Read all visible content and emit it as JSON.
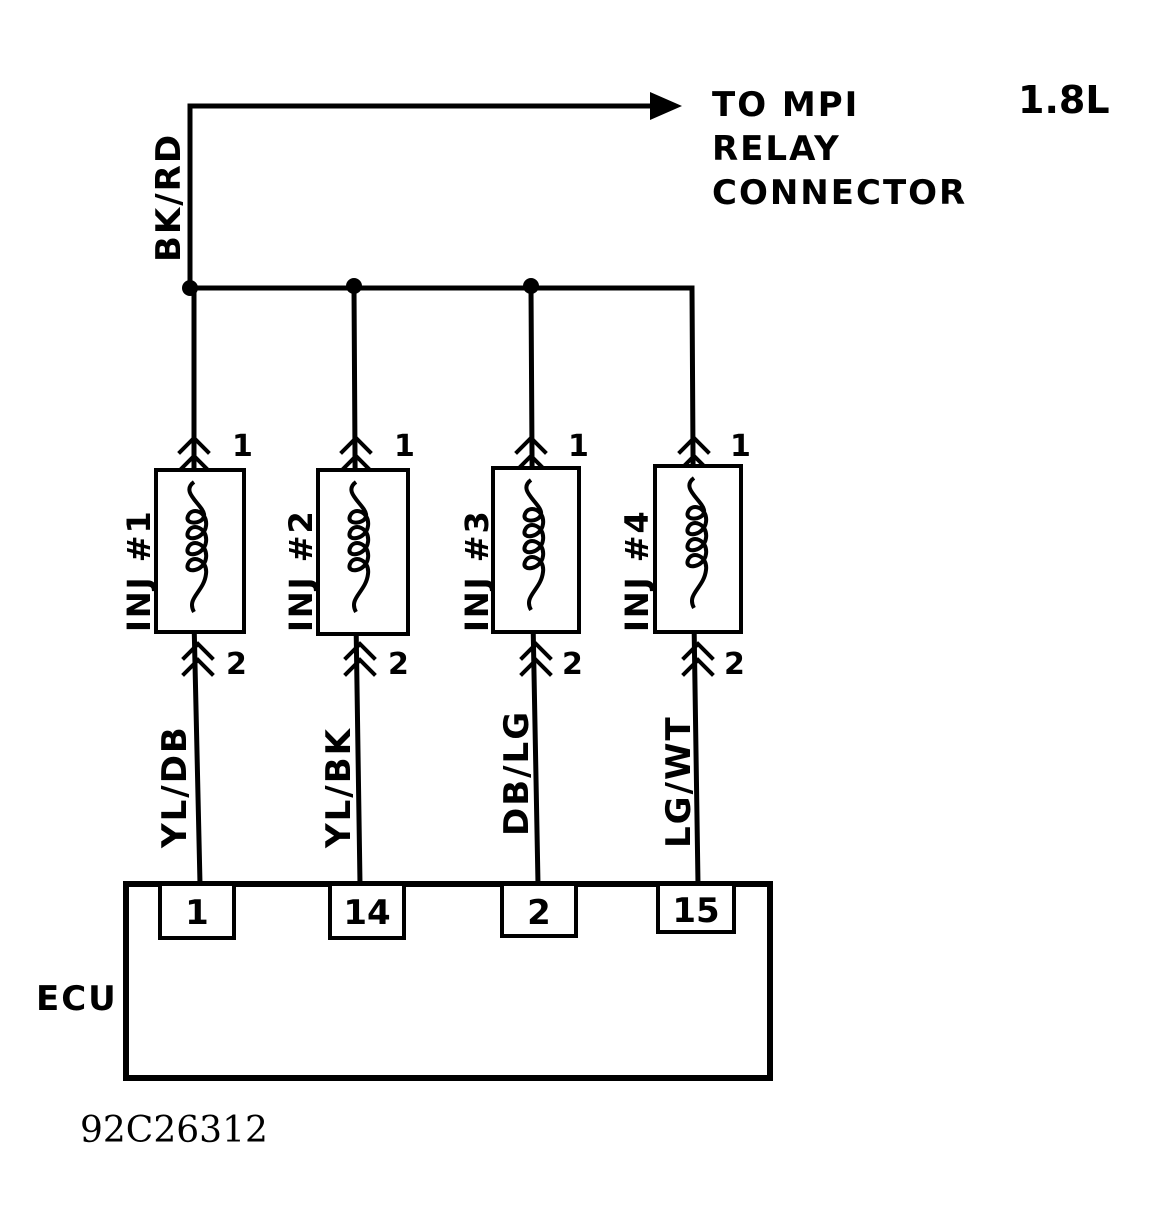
{
  "header": {
    "destination_lines": [
      "TO MPI",
      "RELAY",
      "CONNECTOR"
    ],
    "engine": "1.8L"
  },
  "supply_wire": {
    "color_code": "BK/RD"
  },
  "injectors": [
    {
      "name": "INJ #1",
      "pin_top": "1",
      "pin_bottom": "2",
      "wire": "YL/DB",
      "ecu_terminal": "1"
    },
    {
      "name": "INJ #2",
      "pin_top": "1",
      "pin_bottom": "2",
      "wire": "YL/BK",
      "ecu_terminal": "14"
    },
    {
      "name": "INJ #3",
      "pin_top": "1",
      "pin_bottom": "2",
      "wire": "DB/LG",
      "ecu_terminal": "2"
    },
    {
      "name": "INJ #4",
      "pin_top": "1",
      "pin_bottom": "2",
      "wire": "LG/WT",
      "ecu_terminal": "15"
    }
  ],
  "ecu": {
    "label": "ECU"
  },
  "figure_code": "92C26312"
}
